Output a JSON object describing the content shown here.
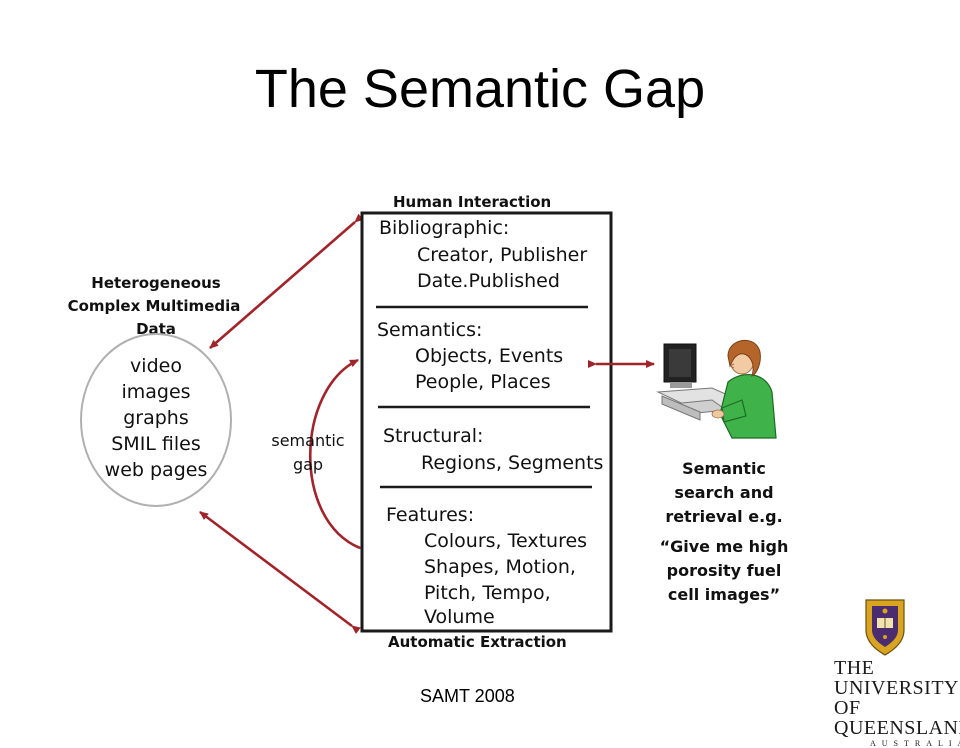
{
  "slide": {
    "title": "The Semantic Gap",
    "footer": "SAMT 2008"
  },
  "left_node": {
    "heading": [
      "Heterogeneous",
      "Complex Multimedia",
      "Data"
    ],
    "items": [
      "video",
      "images",
      "graphs",
      "SMIL files",
      "web pages"
    ]
  },
  "center_box": {
    "top_label": "Human Interaction",
    "bottom_label": "Automatic Extraction",
    "sections": [
      {
        "heading": "Bibliographic:",
        "lines": [
          "Creator, Publisher",
          "Date.Published"
        ]
      },
      {
        "heading": "Semantics:",
        "lines": [
          "Objects, Events",
          "People, Places"
        ]
      },
      {
        "heading": "Structural:",
        "lines": [
          "Regions, Segments"
        ]
      },
      {
        "heading": "Features:",
        "lines": [
          "Colours, Textures",
          "Shapes, Motion,",
          "Pitch, Tempo,",
          "Volume"
        ]
      }
    ]
  },
  "gap_label": [
    "semantic",
    "gap"
  ],
  "right_node": {
    "caption": [
      "Semantic",
      "search and",
      "retrieval e.g.",
      "“Give me high",
      "porosity fuel",
      "cell images”"
    ]
  },
  "logo": {
    "line1": "THE UNIVERSITY",
    "line2": "OF QUEENSLAND",
    "line3": "AUSTRALIA"
  },
  "colors": {
    "arrow": "#a0242a",
    "shirt": "#3fb24a",
    "hair": "#b5652a",
    "crest_gold": "#d9a520",
    "crest_purple": "#4b2c6e"
  }
}
